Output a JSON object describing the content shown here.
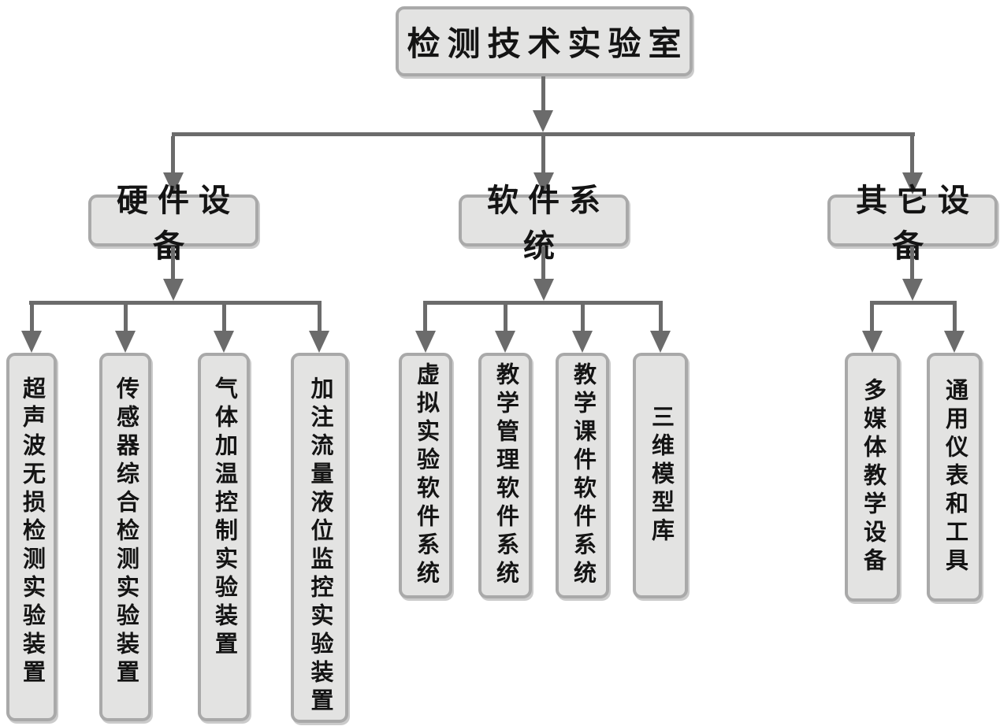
{
  "diagram": {
    "type": "org-chart",
    "root": {
      "label": "检测技术实验室"
    },
    "branches": [
      {
        "label": "硬件设备",
        "children": [
          {
            "label": "超声波无损检测实验装置"
          },
          {
            "label": "传感器综合检测实验装置"
          },
          {
            "label": "气体加温控制实验装置"
          },
          {
            "label": "加注流量液位监控实验装置"
          }
        ]
      },
      {
        "label": "软件系统",
        "children": [
          {
            "label": "虚拟实验软件系统"
          },
          {
            "label": "教学管理软件系统"
          },
          {
            "label": "教学课件软件系统"
          },
          {
            "label": "三维模型库"
          }
        ]
      },
      {
        "label": "其它设备",
        "children": [
          {
            "label": "多媒体教学设备"
          },
          {
            "label": "通用仪表和工具"
          }
        ]
      }
    ],
    "colors": {
      "background": "#ffffff",
      "box_fill": "#e3e3e2",
      "box_border": "#a9a9a9",
      "connector": "#6b6b6b",
      "text": "#141414"
    }
  }
}
